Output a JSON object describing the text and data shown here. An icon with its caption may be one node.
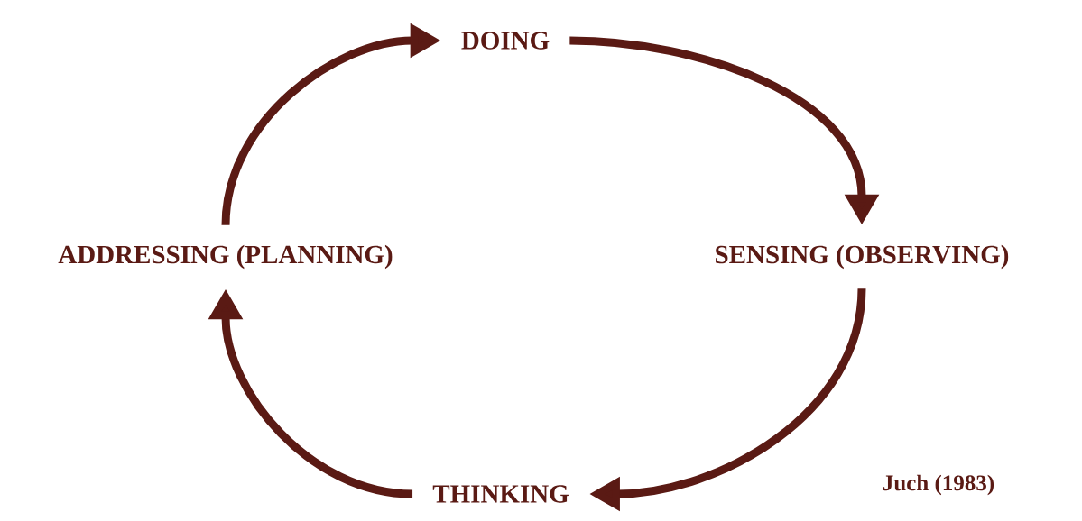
{
  "diagram": {
    "nodes": [
      {
        "text": [
          "DOING"
        ]
      },
      {
        "text": [
          "SENSING (OBSERVING)"
        ]
      },
      {
        "text": [
          "THINKING"
        ]
      },
      {
        "text": [
          "ADDRESSING (PLANNING)"
        ]
      }
    ],
    "edges": [
      {
        "from": 0,
        "to": 1,
        "arrow": "to"
      },
      {
        "from": 1,
        "to": 2,
        "arrow": "to"
      },
      {
        "from": 2,
        "to": 3,
        "arrow": "to"
      },
      {
        "from": 3,
        "to": 0,
        "arrow": "to"
      }
    ],
    "labels": [
      "Juch (1983)"
    ]
  }
}
